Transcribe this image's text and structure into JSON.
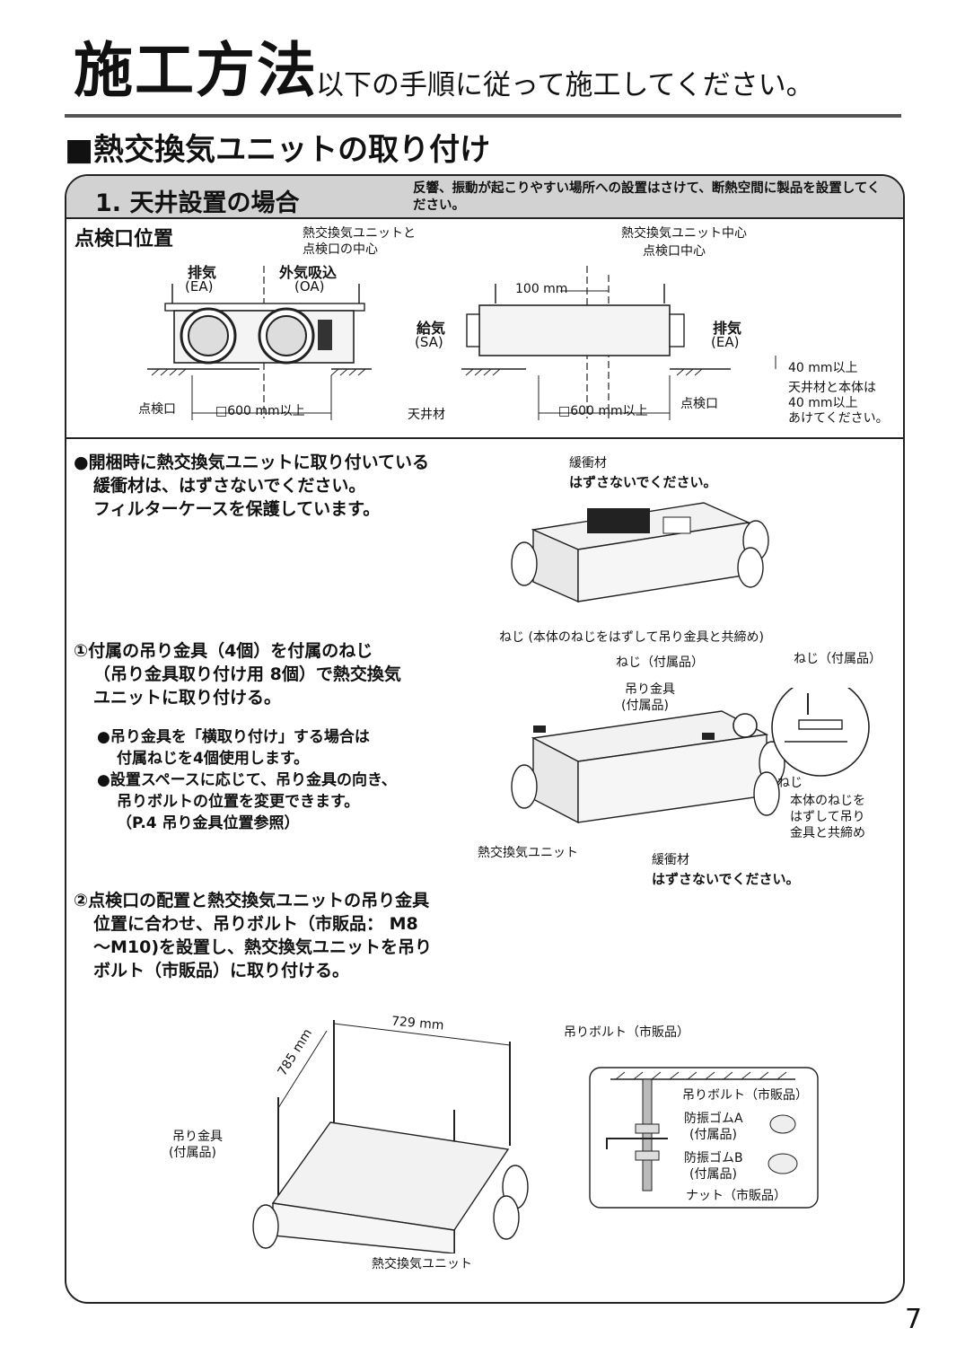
{
  "header": {
    "title": "施工方法",
    "subtitle": "以下の手順に従って施工してください。"
  },
  "section": {
    "title": "■熱交換気ユニットの取り付け",
    "case_label": "1. 天井設置の場合",
    "case_note": "反響、振動が起こりやすい場所への設置はさけて、断熱空間に製品を設置してください。"
  },
  "inspection": {
    "heading": "点検口位置",
    "left": {
      "center_label_1": "熱交換気ユニットと",
      "center_label_2": "点検口の中心",
      "exhaust": "排気",
      "exhaust_code": "(EA)",
      "outside_air": "外気吸込",
      "outside_air_code": "(OA)",
      "hatch": "点検口",
      "dim": "□600 mm以上"
    },
    "ceiling": "天井材",
    "right": {
      "unit_center": "熱交換気ユニット中心",
      "hatch_center": "点検口中心",
      "offset": "100 mm",
      "supply": "給気",
      "supply_code": "(SA)",
      "exhaust": "排気",
      "exhaust_code": "(EA)",
      "gap": "40 mm以上",
      "gap_note_1": "天井材と本体は",
      "gap_note_2": "40 mm以上",
      "gap_note_3": "あけてください。",
      "dim": "□600 mm以上",
      "hatch": "点検口"
    }
  },
  "notes": {
    "packing_1": "●開梱時に熱交換気ユニットに取り付いている",
    "packing_2": "緩衝材は、はずさないでください。",
    "packing_3": "フィルターケースを保護しています。",
    "cushion_label": "緩衝材",
    "cushion_warn": "はずさないでください。"
  },
  "step1": {
    "line1": "①付属の吊り金具（4個）を付属のねじ",
    "line2": "（吊り金具取り付け用 8個）で熱交換気",
    "line3": "ユニットに取り付ける。",
    "bullet1_1": "●吊り金具を「横取り付け」する場合は",
    "bullet1_2": "付属ねじを4個使用します。",
    "bullet2_1": "●設置スペースに応じて、吊り金具の向き、",
    "bullet2_2": "吊りボルトの位置を変更できます。",
    "bullet2_3": "（P.4 吊り金具位置参照）",
    "screw_body": "ねじ (本体のねじをはずして吊り金具と共締め)",
    "screw_acc": "ねじ（付属品）",
    "screw_acc2": "ねじ（付属品）",
    "bracket": "吊り金具",
    "bracket_acc": "(付属品)",
    "screw": "ねじ",
    "screw_note_1": "本体のねじを",
    "screw_note_2": "はずして吊り",
    "screw_note_3": "金具と共締め",
    "unit": "熱交換気ユニット",
    "cushion": "緩衝材",
    "cushion_warn": "はずさないでください。"
  },
  "step2": {
    "line1": "②点検口の配置と熱交換気ユニットの吊り金具",
    "line2": "位置に合わせ、吊りボルト（市販品： M8",
    "line3": "～M10)を設置し、熱交換気ユニットを吊り",
    "line4": "ボルト（市販品）に取り付ける。",
    "dim_w": "729 mm",
    "dim_d": "785 mm",
    "bolt": "吊りボルト（市販品）",
    "bracket": "吊り金具",
    "bracket_acc": "(付属品)",
    "unit": "熱交換気ユニット",
    "detail_bolt": "吊りボルト（市販品）",
    "rubber_a": "防振ゴムA",
    "rubber_a_acc": "(付属品)",
    "rubber_b": "防振ゴムB",
    "rubber_b_acc": "(付属品)",
    "nut": "ナット（市販品）"
  },
  "page_number": "7"
}
